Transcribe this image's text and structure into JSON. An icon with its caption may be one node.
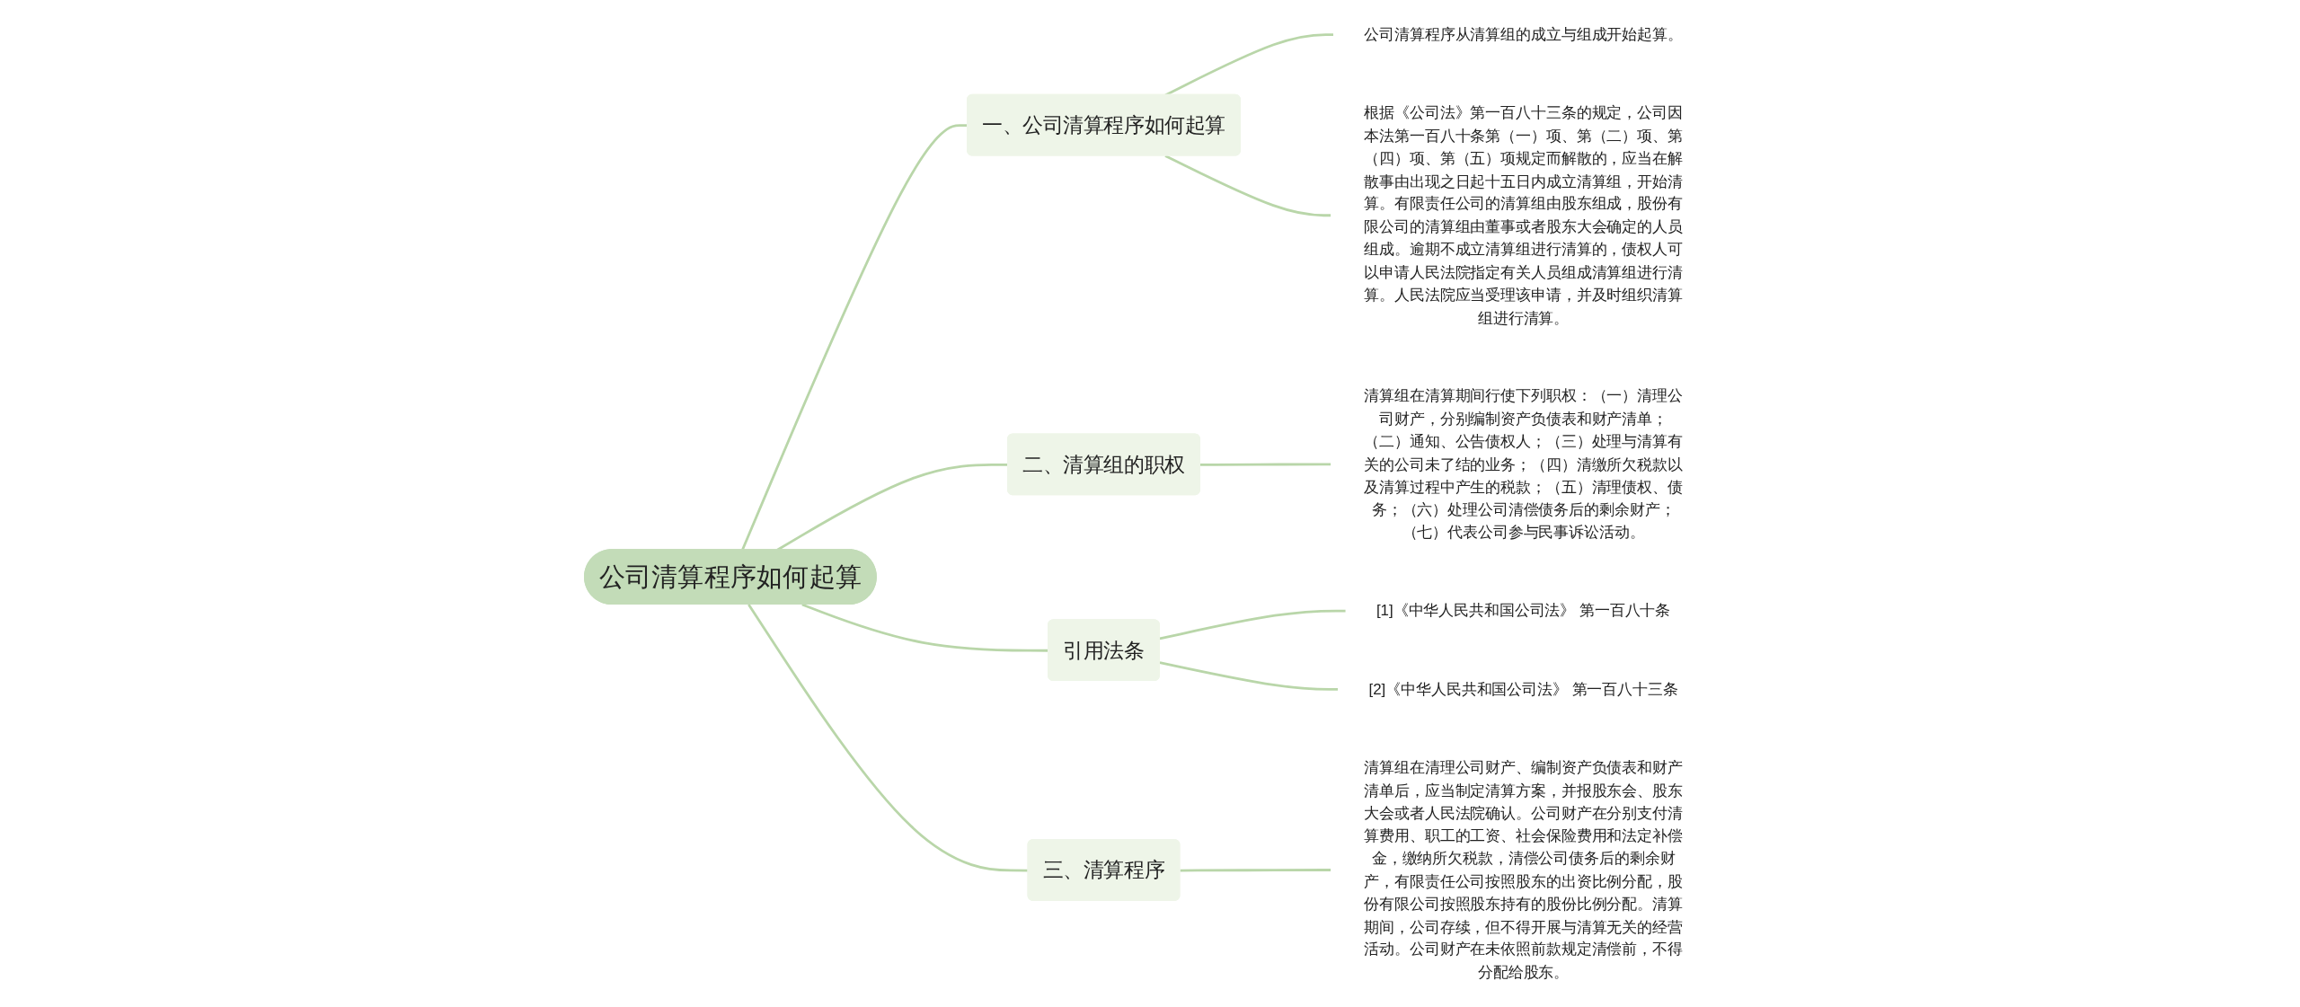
{
  "diagram": {
    "nodes": [
      {
        "text": [
          "公司清算程序如何起算"
        ]
      },
      {
        "text": [
          "一、公司清算程序如何起算"
        ]
      },
      {
        "text": [
          "公司清算程序从清算组的成立与组成开始起算。"
        ]
      },
      {
        "text": [
          "根据《公司法》第一百八十三条的规定，公司因本法第一百八十条第（一）项、第（二）项、第（四）项、第（五）项规定而解散的，应当在解散事由出现之日起十五日内成立清算组，开始清算。有限责任公司的清算组由股东组成，股份有限公司的清算组由董事或者股东大会确定的人员组成。逾期不成立清算组进行清算的，债权人可以申请人民法院指定有关人员组成清算组进行清算。人民法院应当受理该申请，并及时组织清算组进行清算。"
        ]
      },
      {
        "text": [
          "二、清算组的职权"
        ]
      },
      {
        "text": [
          "清算组在清算期间行使下列职权：（一）清理公司财产，分别编制资产负债表和财产清单；（二）通知、公告债权人；（三）处理与清算有关的公司未了结的业务；（四）清缴所欠税款以及清算过程中产生的税款；（五）清理债权、债务；（六）处理公司清偿债务后的剩余财产；（七）代表公司参与民事诉讼活动。"
        ]
      },
      {
        "text": [
          "引用法条"
        ]
      },
      {
        "text": [
          "[1]《中华人民共和国公司法》 第一百八十条"
        ]
      },
      {
        "text": [
          "[2]《中华人民共和国公司法》 第一百八十三条"
        ]
      },
      {
        "text": [
          "三、清算程序"
        ]
      },
      {
        "text": [
          "清算组在清理公司财产、编制资产负债表和财产清单后，应当制定清算方案，并报股东会、股东大会或者人民法院确认。公司财产在分别支付清算费用、职工的工资、社会保险费用和法定补偿金，缴纳所欠税款，清偿公司债务后的剩余财产，有限责任公司按照股东的出资比例分配，股份有限公司按照股东持有的股份比例分配。清算期间，公司存续，但不得开展与清算无关的经营活动。公司财产在未依照前款规定清偿前，不得分配给股东。"
        ]
      }
    ],
    "edges": [
      {
        "from": 0,
        "to": 1,
        "arrow": "none"
      },
      {
        "from": 1,
        "to": 2,
        "arrow": "none"
      },
      {
        "from": 1,
        "to": 3,
        "arrow": "none"
      },
      {
        "from": 0,
        "to": 4,
        "arrow": "none"
      },
      {
        "from": 4,
        "to": 5,
        "arrow": "none"
      },
      {
        "from": 0,
        "to": 6,
        "arrow": "none"
      },
      {
        "from": 6,
        "to": 7,
        "arrow": "none"
      },
      {
        "from": 6,
        "to": 8,
        "arrow": "none"
      },
      {
        "from": 0,
        "to": 9,
        "arrow": "none"
      },
      {
        "from": 9,
        "to": 10,
        "arrow": "none"
      }
    ]
  }
}
